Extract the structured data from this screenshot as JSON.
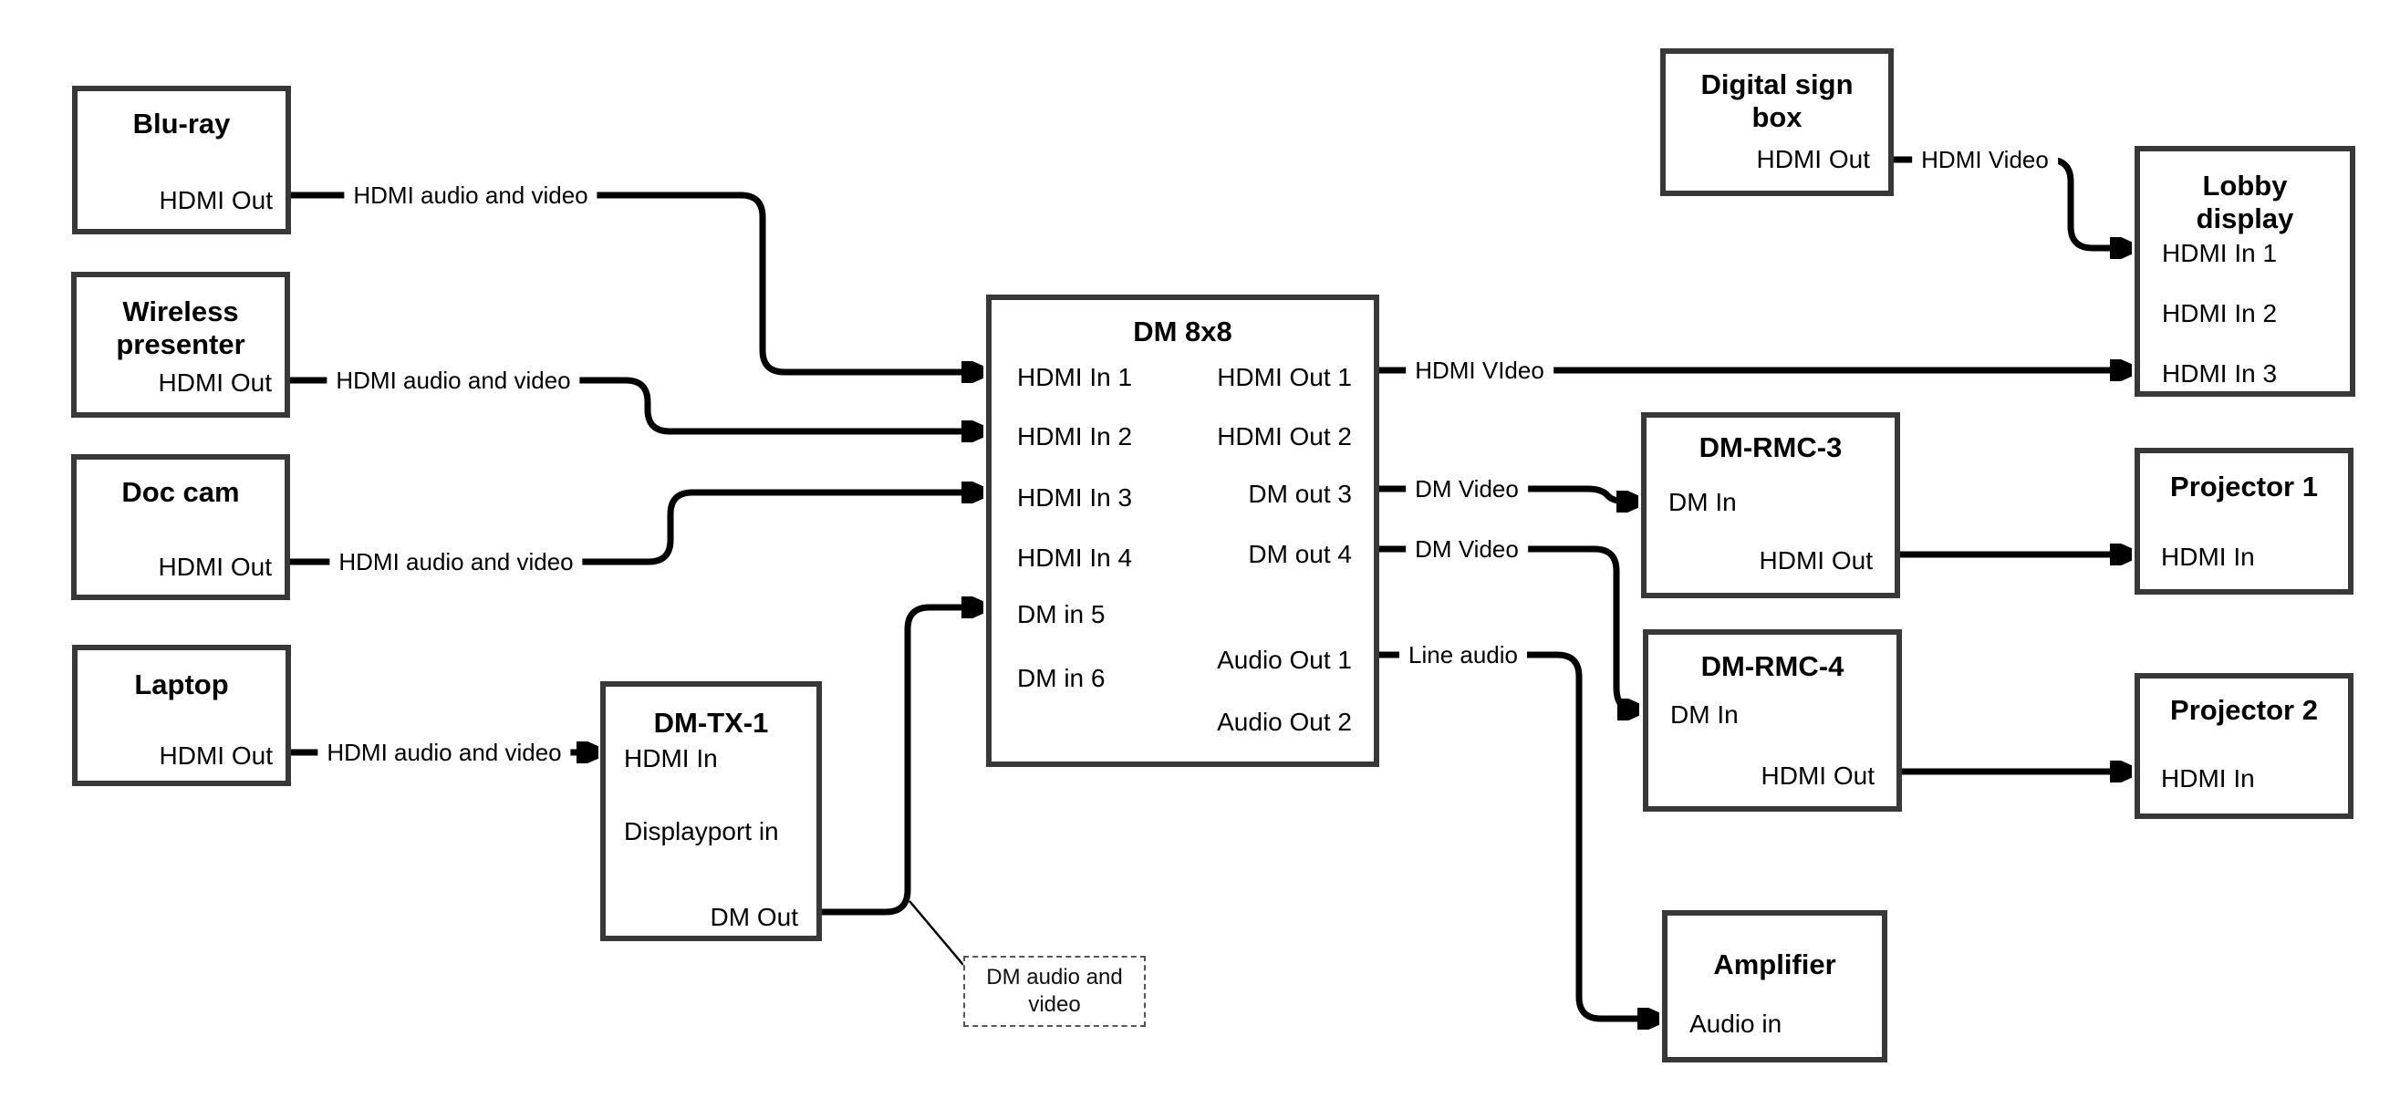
{
  "diagram": {
    "description": "AV signal flow diagram with DM 8x8 matrix switcher",
    "colors": {
      "line": "#000000",
      "box_border": "#383838",
      "background": "#ffffff"
    }
  },
  "nodes": {
    "blu_ray": {
      "title": "Blu-ray",
      "ports": {
        "hdmi_out": "HDMI Out"
      }
    },
    "wireless_presenter": {
      "title": "Wireless presenter",
      "ports": {
        "hdmi_out": "HDMI Out"
      }
    },
    "doc_cam": {
      "title": "Doc cam",
      "ports": {
        "hdmi_out": "HDMI Out"
      }
    },
    "laptop": {
      "title": "Laptop",
      "ports": {
        "hdmi_out": "HDMI Out"
      }
    },
    "dm_tx_1": {
      "title": "DM-TX-1",
      "ports": {
        "hdmi_in": "HDMI In",
        "displayport_in": "Displayport in",
        "dm_out": "DM Out"
      }
    },
    "dm_8x8": {
      "title": "DM 8x8",
      "ports_left": [
        "HDMI In 1",
        "HDMI In 2",
        "HDMI In 3",
        "HDMI In 4",
        "DM in 5",
        "DM in 6"
      ],
      "ports_right": [
        "HDMI Out 1",
        "HDMI Out 2",
        "DM out 3",
        "DM out 4",
        "Audio Out 1",
        "Audio Out 2"
      ]
    },
    "digital_sign_box": {
      "title": "Digital sign box",
      "ports": {
        "hdmi_out": "HDMI Out"
      }
    },
    "lobby_display": {
      "title": "Lobby display",
      "ports_left": [
        "HDMI In 1",
        "HDMI In 2",
        "HDMI In 3"
      ]
    },
    "dm_rmc_3": {
      "title": "DM-RMC-3",
      "ports": {
        "dm_in": "DM In",
        "hdmi_out": "HDMI Out"
      }
    },
    "projector_1": {
      "title": "Projector 1",
      "ports": {
        "hdmi_in": "HDMI In"
      }
    },
    "dm_rmc_4": {
      "title": "DM-RMC-4",
      "ports": {
        "dm_in": "DM In",
        "hdmi_out": "HDMI Out"
      }
    },
    "projector_2": {
      "title": "Projector 2",
      "ports": {
        "hdmi_in": "HDMI In"
      }
    },
    "amplifier": {
      "title": "Amplifier",
      "ports": {
        "audio_in": "Audio in"
      }
    },
    "note": {
      "text": "DM audio and video"
    }
  },
  "connections": [
    {
      "from": "Blu-ray HDMI Out",
      "to": "DM 8x8 HDMI In 1",
      "label": "HDMI audio and video"
    },
    {
      "from": "Wireless presenter HDMI Out",
      "to": "DM 8x8 HDMI In 2",
      "label": "HDMI audio and video"
    },
    {
      "from": "Doc cam HDMI Out",
      "to": "DM 8x8 HDMI In 3",
      "label": "HDMI audio and video"
    },
    {
      "from": "Laptop HDMI Out",
      "to": "DM-TX-1 HDMI In",
      "label": "HDMI audio and video"
    },
    {
      "from": "DM-TX-1 DM Out",
      "to": "DM 8x8 DM in 5"
    },
    {
      "from": "DM 8x8 HDMI Out 1",
      "to": "Lobby display HDMI In 3",
      "label": "HDMI VIdeo"
    },
    {
      "from": "Digital sign box HDMI Out",
      "to": "Lobby display HDMI In 1",
      "label": "HDMI Video"
    },
    {
      "from": "DM 8x8 DM out 3",
      "to": "DM-RMC-3 DM In",
      "label": "DM Video"
    },
    {
      "from": "DM 8x8 DM out 4",
      "to": "DM-RMC-4 DM In",
      "label": "DM Video"
    },
    {
      "from": "DM 8x8 Audio Out 1",
      "to": "Amplifier Audio in",
      "label": "Line audio"
    },
    {
      "from": "DM-RMC-3 HDMI Out",
      "to": "Projector 1 HDMI In"
    },
    {
      "from": "DM-RMC-4 HDMI Out",
      "to": "Projector 2 HDMI In"
    }
  ]
}
